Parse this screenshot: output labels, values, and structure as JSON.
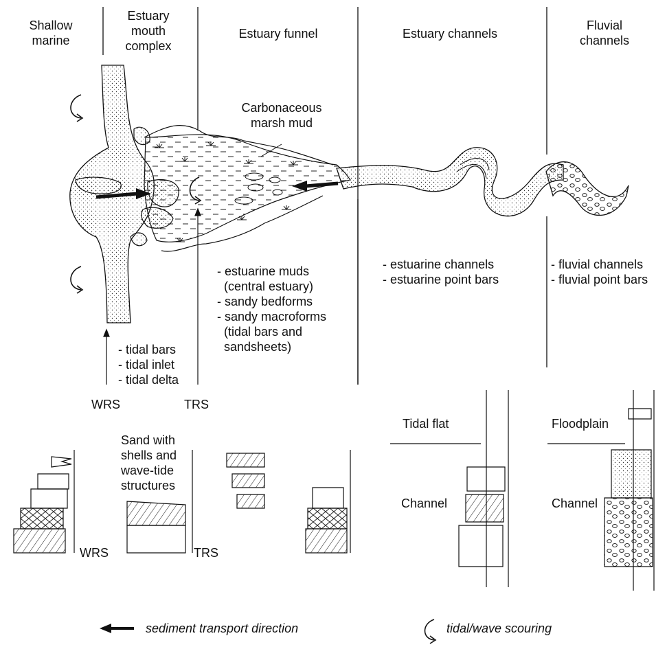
{
  "zones": {
    "shallow_marine": "Shallow\nmarine",
    "estuary_mouth": "Estuary\nmouth\ncomplex",
    "estuary_funnel": "Estuary funnel",
    "estuary_channels": "Estuary channels",
    "fluvial_channels": "Fluvial\nchannels"
  },
  "annotations": {
    "marsh": "Carbonaceous\nmarsh mud",
    "mouth_deposits": "- tidal bars\n- tidal inlet\n- tidal delta",
    "funnel_deposits": "- estuarine muds\n  (central estuary)\n- sandy bedforms\n- sandy macroforms\n  (tidal bars and\n  sandsheets)",
    "channel_deposits": "- estuarine channels\n- estuarine point bars",
    "fluvial_deposits": "- fluvial channels\n- fluvial point bars",
    "wrs": "WRS",
    "trs": "TRS"
  },
  "logs": {
    "sand_shells": "Sand with\nshells and\nwave-tide\nstructures",
    "wrs": "WRS",
    "trs": "TRS",
    "tidal_flat": "Tidal flat",
    "channel_a": "Channel",
    "floodplain": "Floodplain",
    "channel_b": "Channel"
  },
  "legend": {
    "transport": "sediment transport direction",
    "scouring": "tidal/wave scouring"
  }
}
